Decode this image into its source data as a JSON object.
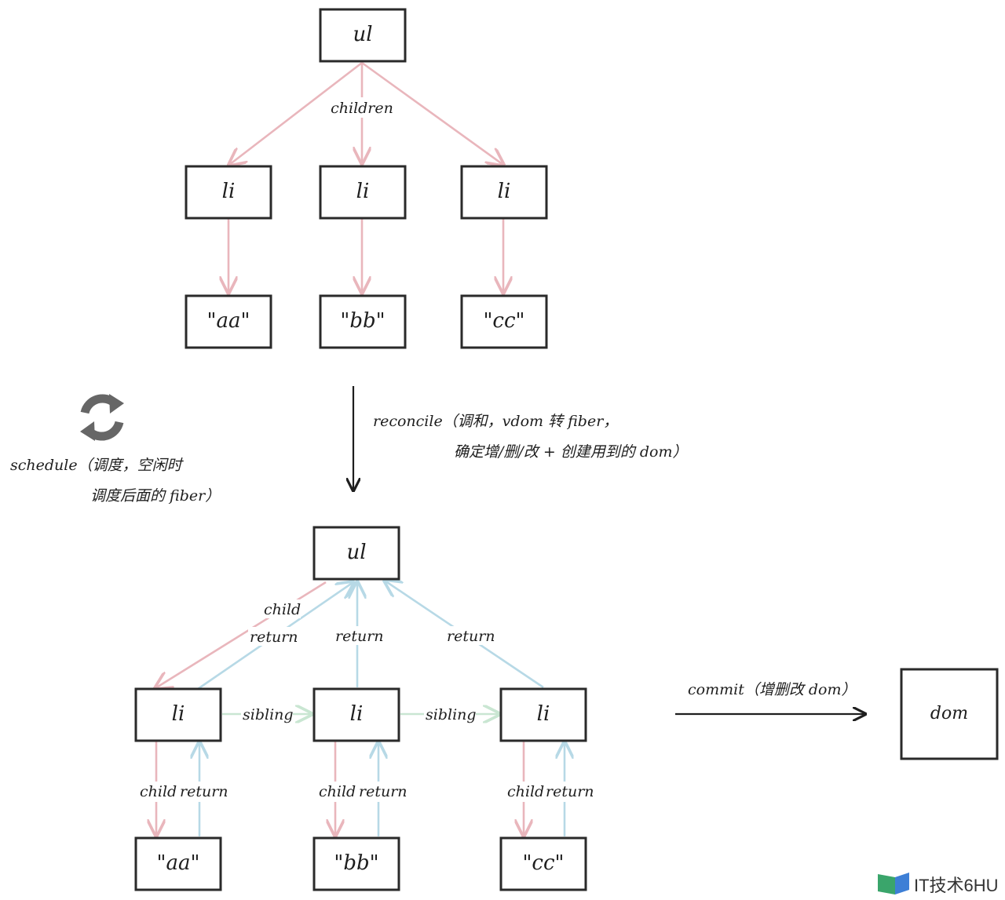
{
  "top_tree": {
    "root": "ul",
    "edge_label": "children",
    "items": [
      "li",
      "li",
      "li"
    ],
    "leaves": [
      "\"aa\"",
      "\"bb\"",
      "\"cc\""
    ]
  },
  "schedule": {
    "line1": "schedule（调度，空闲时",
    "line2": "调度后面的 fiber）"
  },
  "reconcile": {
    "line1": "reconcile（调和，vdom 转 fiber，",
    "line2": "确定增/删/改 + 创建用到的 dom）"
  },
  "fiber_tree": {
    "root": "ul",
    "child_label": "child",
    "return_label": "return",
    "sibling_label": "sibling",
    "items": [
      "li",
      "li",
      "li"
    ],
    "leaves": [
      "\"aa\"",
      "\"bb\"",
      "\"cc\""
    ]
  },
  "commit": {
    "label": "commit（增删改 dom）",
    "target": "dom"
  },
  "watermark": {
    "text": "IT技术6HU"
  },
  "colors": {
    "child_edge": "#e9b6bc",
    "return_edge": "#b7d9e6",
    "sibling_edge": "#c9e6d2",
    "box_stroke": "#2a2a2a"
  }
}
